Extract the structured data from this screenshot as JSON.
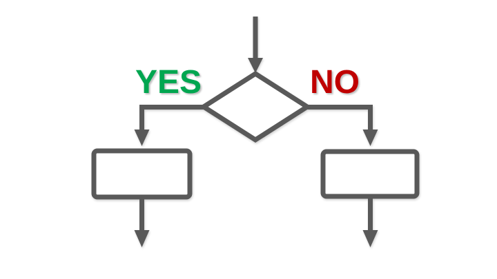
{
  "diagram": {
    "type": "flowchart",
    "branch_labels": {
      "yes": "YES",
      "no": "NO"
    },
    "colors": {
      "line": "#595959",
      "yes-text": "#00A650",
      "no-text": "#C00000",
      "shape-fill": "#ffffff",
      "background": "#ffffff"
    }
  }
}
